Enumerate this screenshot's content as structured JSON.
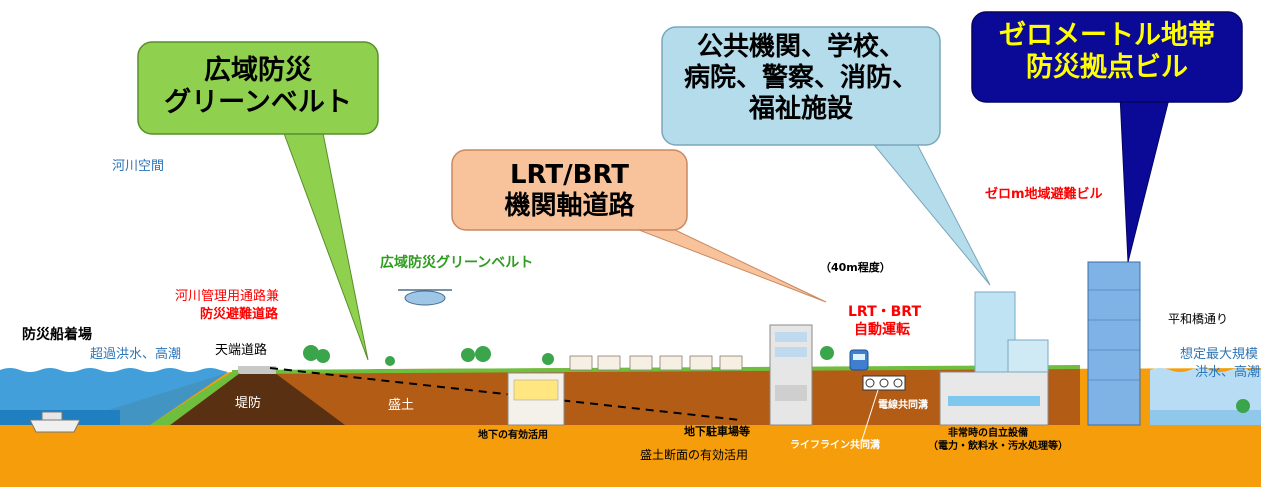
{
  "callouts": {
    "greenbelt": {
      "line1": "広域防災",
      "line2": "グリーンベルト",
      "fill": "#8fd14f"
    },
    "lrt": {
      "line1": "LRT/BRT",
      "line2": "機関軸道路",
      "fill": "#f8c29a"
    },
    "public": {
      "line1": "公共機関、学校、",
      "line2": "病院、警察、消防、",
      "line3": "福祉施設",
      "fill": "#b4dcea"
    },
    "zero": {
      "line1": "ゼロメートル地帯",
      "line2": "防災拠点ビル",
      "fill": "#0a0a96"
    }
  },
  "labels": {
    "river_space": "河川空間",
    "zero_m_building": "ゼロm地域避難ビル",
    "greenbelt": "広域防災グリーンベルト",
    "width_40m": "（40m程度）",
    "river_road_1": "河川管理用通路兼",
    "river_road_2": "防災避難道路",
    "boat_landing": "防災船着場",
    "super_flood": "超過洪水、高潮",
    "top_road": "天端道路",
    "lrt_auto_1": "LRT・BRT",
    "lrt_auto_2": "自動運転",
    "heiwa": "平和橋通り",
    "assumed_1": "想定最大規模",
    "assumed_2": "洪水、高潮",
    "levee": "堤防",
    "fill": "盛土",
    "wire_duct": "電線共同溝",
    "underground_use": "地下の有効活用",
    "underground_parking": "地下駐車場等",
    "lifeline": "ライフライン共同溝",
    "emergency_1": "非常時の自立設備",
    "emergency_2": "（電力・飲料水・汚水処理等）",
    "section_use": "盛土断面の有効活用"
  },
  "colors": {
    "ground": "#f59d0a",
    "fill_soil": "#b35c15",
    "levee": "#5a3012",
    "grass": "#6fbf3e",
    "water": "#2f95d6",
    "red_text": "#ff0000",
    "blue_text": "#2e75b6"
  }
}
